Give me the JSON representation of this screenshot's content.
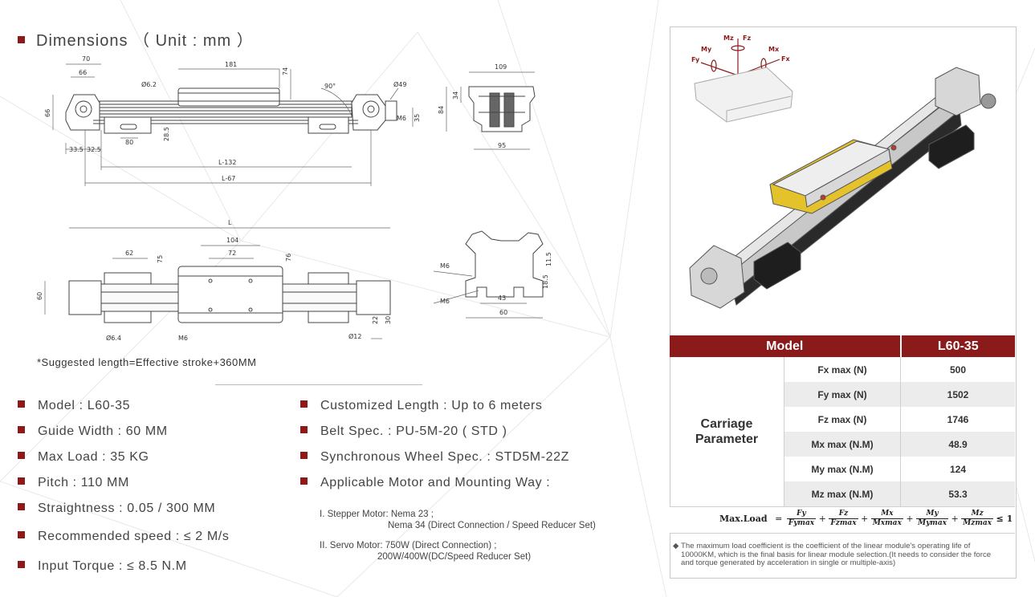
{
  "dimensions": {
    "title": "Dimensions （ Unit : mm ）",
    "top_view": {
      "d70": "70",
      "d66": "66",
      "d181": "181",
      "d74": "74",
      "d62": "Ø6.2",
      "d90": "90°",
      "d49": "Ø49",
      "d66v": "66",
      "d80": "80",
      "d28": "28.5",
      "dm6": "M6",
      "d35": "35",
      "d335": "33.5",
      "d325": "32.5",
      "l132": "L-132",
      "l67": "L-67"
    },
    "end_view": {
      "d109": "109",
      "d34": "34",
      "d84": "84",
      "d95": "95"
    },
    "side_view": {
      "L": "L",
      "d104": "104",
      "d72": "72",
      "d62": "62",
      "d75": "75",
      "d76": "76",
      "d60": "60",
      "d64": "Ø6.4",
      "m6": "M6",
      "d12": "Ø12",
      "d22": "22",
      "d30": "30"
    },
    "profile": {
      "m6a": "M6",
      "m6b": "M6",
      "d43": "43",
      "d60": "60",
      "d115": "11.5",
      "d185": "18.5"
    }
  },
  "note": "*Suggested length=Effective stroke+360MM",
  "specs_left": [
    "Model  :  L60-35",
    "Guide Width  :  60 MM",
    "Max Load  :  35 KG",
    "Pitch  :  110 MM",
    "Straightness  :   0.05 / 300 MM",
    "Recommended speed : ≤ 2 M/s",
    "Input Torque  : ≤ 8.5 N.M"
  ],
  "specs_right": [
    "Customized Length  :  Up to 6 meters",
    "Belt Spec.  :  PU-5M-20 ( STD )",
    "Synchronous Wheel Spec. :  STD5M-22Z",
    "Applicable Motor and Mounting Way :"
  ],
  "motors": {
    "stepper_1": "I. Stepper Motor: Nema 23 ;",
    "stepper_2": "Nema 34 (Direct Connection / Speed Reducer Set)",
    "servo_1": "II. Servo Motor: 750W (Direct Connection) ;",
    "servo_2": "200W/400W(DC/Speed Reducer Set)"
  },
  "axes_labels": {
    "mz": "Mz",
    "fz": "Fz",
    "my": "My",
    "fy": "Fy",
    "mx": "Mx",
    "fx": "Fx"
  },
  "table": {
    "header_model": "Model",
    "header_value": "L60-35",
    "group_label_1": "Carriage",
    "group_label_2": "Parameter",
    "rows": [
      {
        "label": "Fx max (N)",
        "value": "500"
      },
      {
        "label": "Fy max (N)",
        "value": "1502"
      },
      {
        "label": "Fz max (N)",
        "value": "1746"
      },
      {
        "label": "Mx max (N.M)",
        "value": "48.9"
      },
      {
        "label": "My max (N.M)",
        "value": "124"
      },
      {
        "label": "Mz max (N.M)",
        "value": "53.3"
      }
    ]
  },
  "formula": {
    "label": "Max.Load",
    "eq": "=",
    "terms": [
      {
        "num": "Fy",
        "den": "Fymax"
      },
      {
        "num": "Fz",
        "den": "Fzmax"
      },
      {
        "num": "Mx",
        "den": "Mxmax"
      },
      {
        "num": "My",
        "den": "Mymax"
      },
      {
        "num": "Mz",
        "den": "Mzmax"
      }
    ],
    "plus": "+",
    "tail": "≤ 1"
  },
  "footnote": "The maximum load coefficient is the coefficient of the linear module's operating life of 10000KM, which is the final basis for linear module selection.(It needs to consider the force and torque generated by acceleration in single or multiple-axis)",
  "colors": {
    "accent": "#8b1a1a",
    "yellow_carriage": "#e3c22b"
  }
}
